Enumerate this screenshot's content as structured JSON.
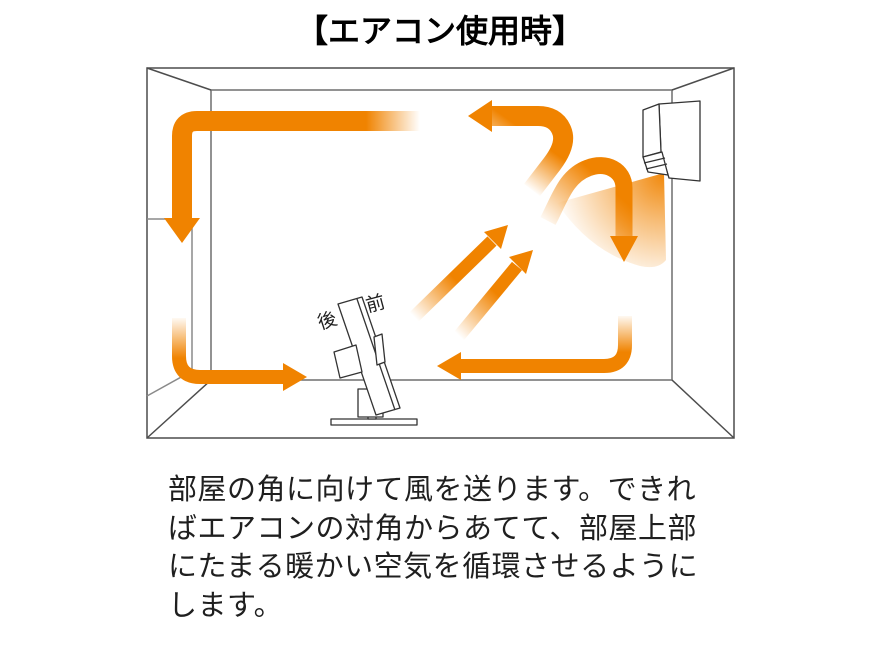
{
  "title": "【エアコン使用時】",
  "description": {
    "lines": [
      "部屋の角に向けて風を送ります。できれ",
      "ばエアコンの対角からあてて、部屋上部",
      "にたまる暖かい空気を循環させるように",
      "します。"
    ]
  },
  "diagram": {
    "fan_labels": {
      "back": "後",
      "front": "前"
    },
    "colors": {
      "arrow_orange": "#F08300",
      "room_line": "#4d4d4d",
      "room_line_light": "#8a8a8a",
      "device_line": "#333333"
    }
  }
}
